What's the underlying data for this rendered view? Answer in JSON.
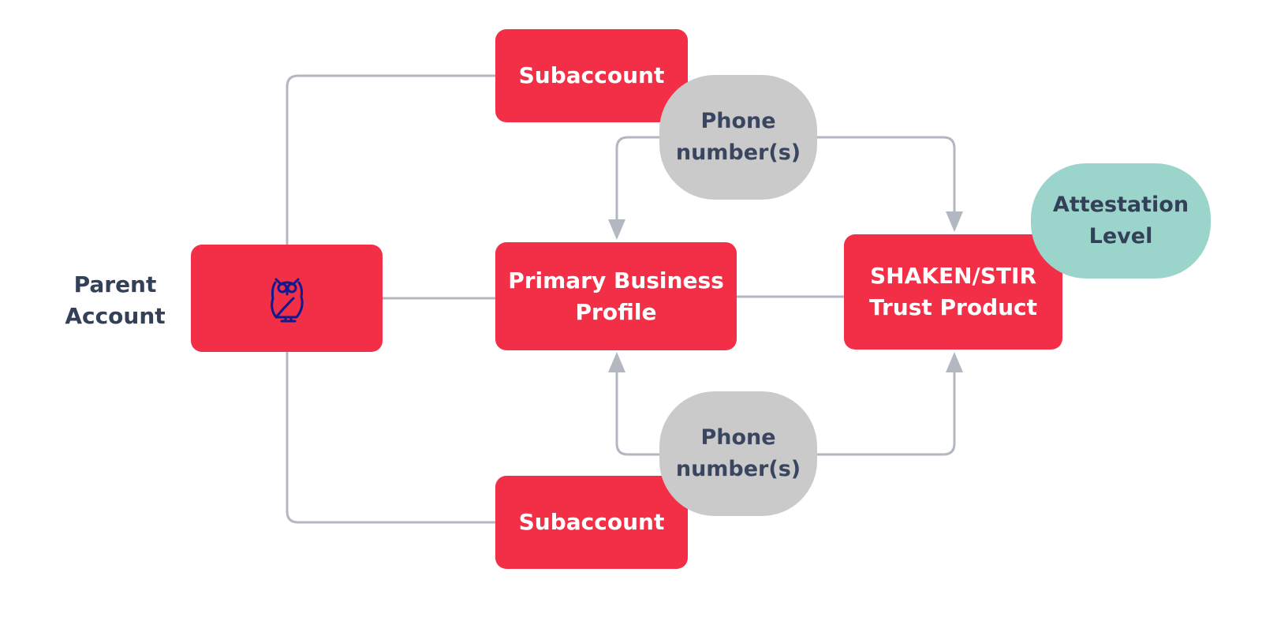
{
  "nodes": {
    "parent_label": "Parent\nAccount",
    "parent_icon": "owl-icon",
    "subaccount_top": "Subaccount",
    "subaccount_bottom": "Subaccount",
    "phone_top": "Phone\nnumber(s)",
    "phone_bottom": "Phone\nnumber(s)",
    "primary_business_profile": "Primary Business\nProfile",
    "trust_product": "SHAKEN/STIR\nTrust Product",
    "attestation_level": "Attestation\nLevel"
  },
  "colors": {
    "accent_red": "#f22f46",
    "pill_gray": "#cacaca",
    "attestation_teal": "#9bd4cb",
    "connector": "#b3b7c2",
    "icon_navy": "#0e1a8f",
    "text_dark": "#344057"
  }
}
